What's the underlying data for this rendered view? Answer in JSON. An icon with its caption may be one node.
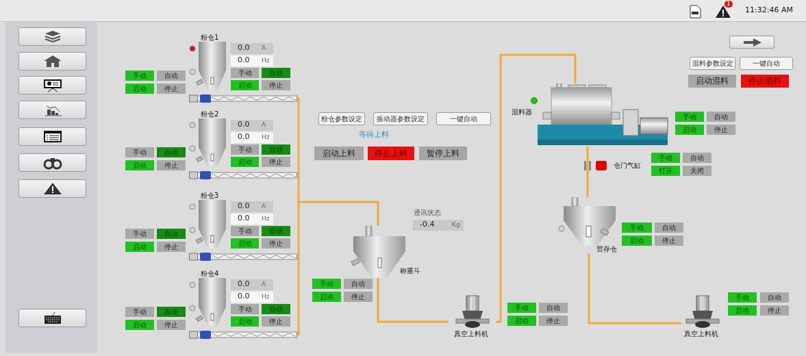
{
  "diagram": {
    "nodes": [
      {
        "text": [
          "粉仓1"
        ]
      },
      {
        "text": [],
        "shape": "picture"
      },
      {
        "text": [
          "0.0",
          "A"
        ]
      },
      {
        "text": [
          "0.0",
          "Hz"
        ]
      },
      {
        "text": [
          "手动"
        ]
      },
      {
        "text": [
          "自动"
        ]
      },
      {
        "text": [
          "启动"
        ]
      },
      {
        "text": [
          "停止"
        ]
      },
      {
        "text": [
          "手动"
        ]
      },
      {
        "text": [
          "自动"
        ]
      },
      {
        "text": [
          "启动"
        ]
      },
      {
        "text": [
          "停止"
        ]
      },
      {
        "text": [
          "粉仓2"
        ]
      },
      {
        "text": [],
        "shape": "picture"
      },
      {
        "text": [
          "0.0",
          "A"
        ]
      },
      {
        "text": [
          "0.0",
          "Hz"
        ]
      },
      {
        "text": [
          "手动"
        ]
      },
      {
        "text": [
          "自动"
        ]
      },
      {
        "text": [
          "启动"
        ]
      },
      {
        "text": [
          "停止"
        ]
      },
      {
        "text": [
          "手动"
        ]
      },
      {
        "text": [
          "自动"
        ]
      },
      {
        "text": [
          "启动"
        ]
      },
      {
        "text": [
          "停止"
        ]
      },
      {
        "text": [
          "粉仓3"
        ]
      },
      {
        "text": [],
        "shape": "picture"
      },
      {
        "text": [
          "0.0",
          "A"
        ]
      },
      {
        "text": [
          "0.0",
          "Hz"
        ]
      },
      {
        "text": [
          "手动"
        ]
      },
      {
        "text": [
          "自动"
        ]
      },
      {
        "text": [
          "启动"
        ]
      },
      {
        "text": [
          "停止"
        ]
      },
      {
        "text": [
          "手动"
        ]
      },
      {
        "text": [
          "自动"
        ]
      },
      {
        "text": [
          "启动"
        ]
      },
      {
        "text": [
          "停止"
        ]
      },
      {
        "text": [
          "粉仓4"
        ]
      },
      {
        "text": [],
        "shape": "picture"
      },
      {
        "text": [
          "0.0",
          "A"
        ]
      },
      {
        "text": [
          "0.0",
          "Hz"
        ]
      },
      {
        "text": [
          "手动"
        ]
      },
      {
        "text": [
          "自动"
        ]
      },
      {
        "text": [
          "启动"
        ]
      },
      {
        "text": [
          "停止"
        ]
      },
      {
        "text": [
          "手动"
        ]
      },
      {
        "text": [
          "自动"
        ]
      },
      {
        "text": [
          "启动"
        ]
      },
      {
        "text": [
          "停止"
        ]
      },
      {
        "text": [
          "粉仓参数设定"
        ]
      },
      {
        "text": [
          "振动器参数设定"
        ]
      },
      {
        "text": [
          "一键自动"
        ]
      },
      {
        "text": [
          "启动上料"
        ]
      },
      {
        "text": [
          "停止上料"
        ]
      },
      {
        "text": [
          "暂停上料"
        ]
      },
      {
        "text": [
          "-0.4",
          "Kg"
        ]
      },
      {
        "text": [
          "称重斗"
        ]
      },
      {
        "text": [
          "手动"
        ]
      },
      {
        "text": [
          "自动"
        ]
      },
      {
        "text": [
          "启动"
        ]
      },
      {
        "text": [
          "停止"
        ]
      },
      {
        "text": [
          "真空上料机"
        ]
      },
      {
        "text": [
          "手动"
        ]
      },
      {
        "text": [
          "自动"
        ]
      },
      {
        "text": [
          "启动"
        ]
      },
      {
        "text": [
          "停止"
        ]
      },
      {
        "text": [
          "混料参数设定"
        ]
      },
      {
        "text": [
          "一键自动"
        ]
      },
      {
        "text": [
          "启动混料"
        ]
      },
      {
        "text": [
          "停止混料"
        ]
      },
      {
        "text": [
          "混料器"
        ]
      },
      {
        "text": [
          "手动"
        ]
      },
      {
        "text": [
          "自动"
        ]
      },
      {
        "text": [
          "启动"
        ]
      },
      {
        "text": [
          "停止"
        ]
      },
      {
        "text": [
          "仓门气缸"
        ]
      },
      {
        "text": [
          "手动"
        ]
      },
      {
        "text": [
          "自动"
        ]
      },
      {
        "text": [
          "打开"
        ]
      },
      {
        "text": [
          "关闭"
        ]
      },
      {
        "text": [
          "暂存仓"
        ]
      },
      {
        "text": [
          "手动"
        ]
      },
      {
        "text": [
          "自动"
        ]
      },
      {
        "text": [
          "启动"
        ]
      },
      {
        "text": [
          "停止"
        ]
      },
      {
        "text": [
          "真空上料机"
        ]
      },
      {
        "text": [
          "手动"
        ]
      },
      {
        "text": [
          "自动"
        ]
      },
      {
        "text": [
          "启动"
        ]
      },
      {
        "text": [
          "停止"
        ]
      }
    ],
    "edges": [
      {
        "from": 1,
        "to": 55,
        "arrow": "none"
      },
      {
        "from": 13,
        "to": 55,
        "arrow": "none"
      },
      {
        "from": 25,
        "to": 55,
        "arrow": "none"
      },
      {
        "from": 37,
        "to": 55,
        "arrow": "none"
      },
      {
        "from": 55,
        "to": 60,
        "arrow": "none"
      },
      {
        "from": 60,
        "to": 69,
        "arrow": "none"
      },
      {
        "from": 69,
        "to": 74,
        "arrow": "none"
      },
      {
        "from": 74,
        "to": 79,
        "arrow": "none"
      },
      {
        "from": 79,
        "to": 84,
        "arrow": "none"
      }
    ],
    "labels": [
      "1",
      "11:32:46 AM",
      "等待上料",
      "通讯状态"
    ]
  }
}
